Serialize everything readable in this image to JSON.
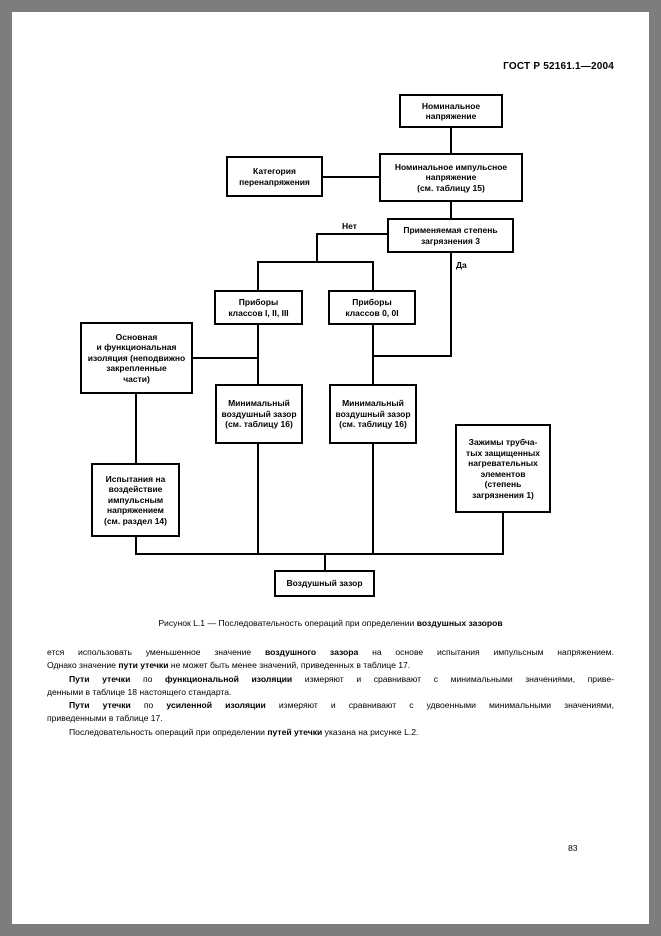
{
  "colors": {
    "surround_bg": "#7d7d7d",
    "paper_bg": "#ffffff",
    "ink": "#000000"
  },
  "header": {
    "standard_number": "ГОСТ Р 52161.1—2004"
  },
  "flowchart": {
    "boxes": {
      "nominal_voltage": "Номинальное\nнапряжение",
      "overvoltage_category": "Категория\nперенапряжения",
      "impulse_voltage": "Номинальное импульсное\nнапряжение\n(см. таблицу 15)",
      "pollution_degree": "Применяемая степень\nзагрязнения 3",
      "appliances_class_i_ii_iii": "Приборы\nклассов I, II, III",
      "appliances_class_0_0i": "Приборы\nклассов 0, 0I",
      "basic_insulation": "Основная\nи функциональная\nизоляция (неподвижно\nзакрепленные\nчасти)",
      "min_clearance_left": "Минимальный\nвоздушный зазор\n(см. таблицу 16)",
      "min_clearance_right": "Минимальный\nвоздушный зазор\n(см. таблицу 16)",
      "tubular_terminals": "Зажимы трубча-\nтых защищенных\nнагревательных\nэлементов\n(степень\nзагрязнения 1)",
      "impulse_test": "Испытания на\nвоздействие\nимпульсным\nнапряжением\n(см. раздел 14)",
      "clearance": "Воздушный зазор"
    },
    "labels": {
      "no": "Нет",
      "yes": "Да"
    }
  },
  "caption": {
    "normal": "Рисунок L.1 — Последовательность операций при определении ",
    "bold": "воздушных зазоров"
  },
  "body_text": {
    "lines": [
      {
        "indent": false,
        "justify": true,
        "segs": [
          {
            "t": "ется использовать уменьшенное значение ",
            "b": false
          },
          {
            "t": "воздушного зазора",
            "b": true
          },
          {
            "t": " на основе испытания импульсным напряжением.",
            "b": false
          }
        ]
      },
      {
        "indent": false,
        "justify": false,
        "segs": [
          {
            "t": "Однако значение ",
            "b": false
          },
          {
            "t": "пути утечки",
            "b": true
          },
          {
            "t": " не может быть менее значений, приведенных в таблице 17.",
            "b": false
          }
        ]
      },
      {
        "indent": true,
        "justify": true,
        "segs": [
          {
            "t": "Пути утечки",
            "b": true
          },
          {
            "t": " по ",
            "b": false
          },
          {
            "t": "функциональной изоляции",
            "b": true
          },
          {
            "t": " измеряют и сравнивают с минимальными значениями, приве-",
            "b": false
          }
        ]
      },
      {
        "indent": false,
        "justify": false,
        "segs": [
          {
            "t": "денными в таблице 18 настоящего стандарта.",
            "b": false
          }
        ]
      },
      {
        "indent": true,
        "justify": true,
        "segs": [
          {
            "t": "Пути утечки",
            "b": true
          },
          {
            "t": " по ",
            "b": false
          },
          {
            "t": "усиленной изоляции",
            "b": true
          },
          {
            "t": " измеряют и сравнивают с удвоенными минимальными значениями,",
            "b": false
          }
        ]
      },
      {
        "indent": false,
        "justify": false,
        "segs": [
          {
            "t": "приведенными в таблице 17.",
            "b": false
          }
        ]
      },
      {
        "indent": true,
        "justify": false,
        "segs": [
          {
            "t": "Последовательность операций при определении ",
            "b": false
          },
          {
            "t": "путей утечки",
            "b": true
          },
          {
            "t": " указана на рисунке L.2.",
            "b": false
          }
        ]
      }
    ]
  },
  "footer": {
    "page_number": "83"
  }
}
